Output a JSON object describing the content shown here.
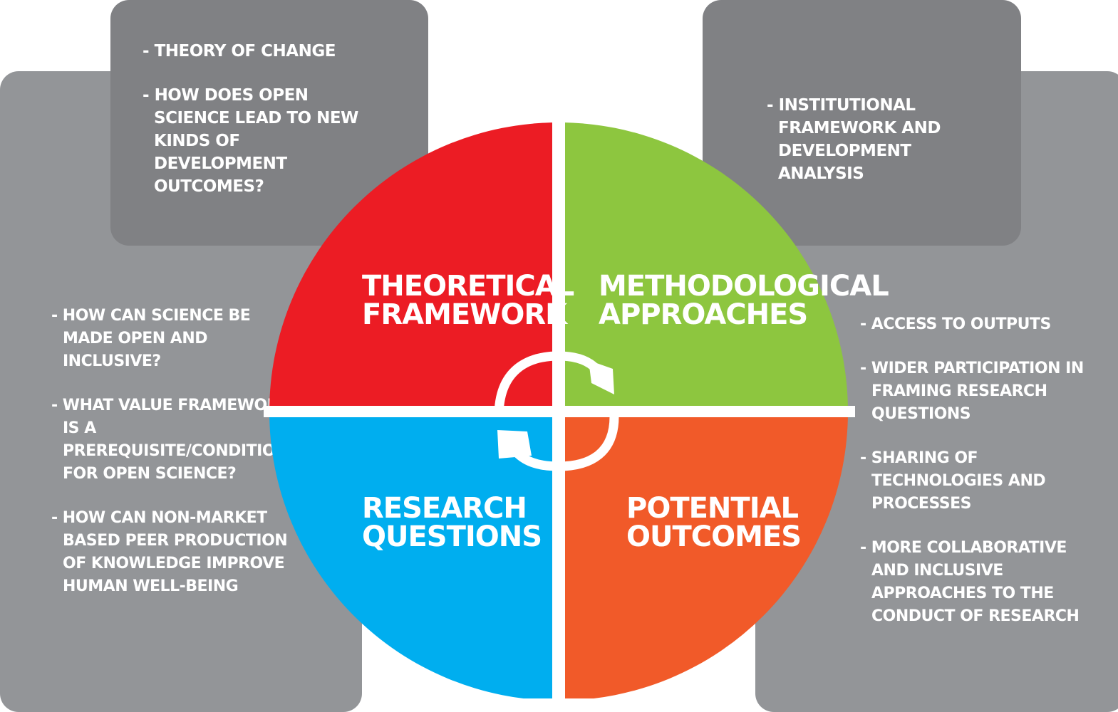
{
  "colors": {
    "panel_light": "#939598",
    "panel_dark": "#808184",
    "theoretical": "#ec1c24",
    "methodological": "#8dc63f",
    "research": "#00aeef",
    "outcomes": "#f15a29"
  },
  "quadrants": {
    "theoretical": {
      "line1": "THEORETICAL",
      "line2": "FRAMEWORK"
    },
    "methodological": {
      "line1": "METHODOLOGICAL",
      "line2": "APPROACHES"
    },
    "research": {
      "line1": "RESEARCH",
      "line2": "QUESTIONS"
    },
    "outcomes": {
      "line1": "POTENTIAL",
      "line2": "OUTCOMES"
    }
  },
  "boxes": {
    "theoretical_top": [
      "THEORY OF CHANGE",
      "HOW DOES OPEN SCIENCE LEAD TO NEW KINDS OF DEVELOPMENT OUTCOMES?"
    ],
    "methodological_top": [
      "INSTITUTIONAL FRAMEWORK AND DEVELOPMENT ANALYSIS"
    ],
    "research_left": [
      "HOW CAN SCIENCE BE MADE OPEN AND INCLUSIVE?",
      "WHAT VALUE FRAMEWORK IS A PREREQUISITE/CONDITION) FOR OPEN SCIENCE?",
      "HOW CAN NON-MARKET BASED PEER PRODUCTION OF KNOWLEDGE IMPROVE HUMAN WELL-BEING"
    ],
    "outcomes_right": [
      "ACCESS TO OUTPUTS",
      "WIDER PARTICIPATION IN FRAMING RESEARCH QUESTIONS",
      "SHARING OF TECHNOLOGIES AND PROCESSES",
      "MORE COLLABORATIVE AND INCLUSIVE APPROACHES TO THE CONDUCT OF RESEARCH"
    ]
  }
}
